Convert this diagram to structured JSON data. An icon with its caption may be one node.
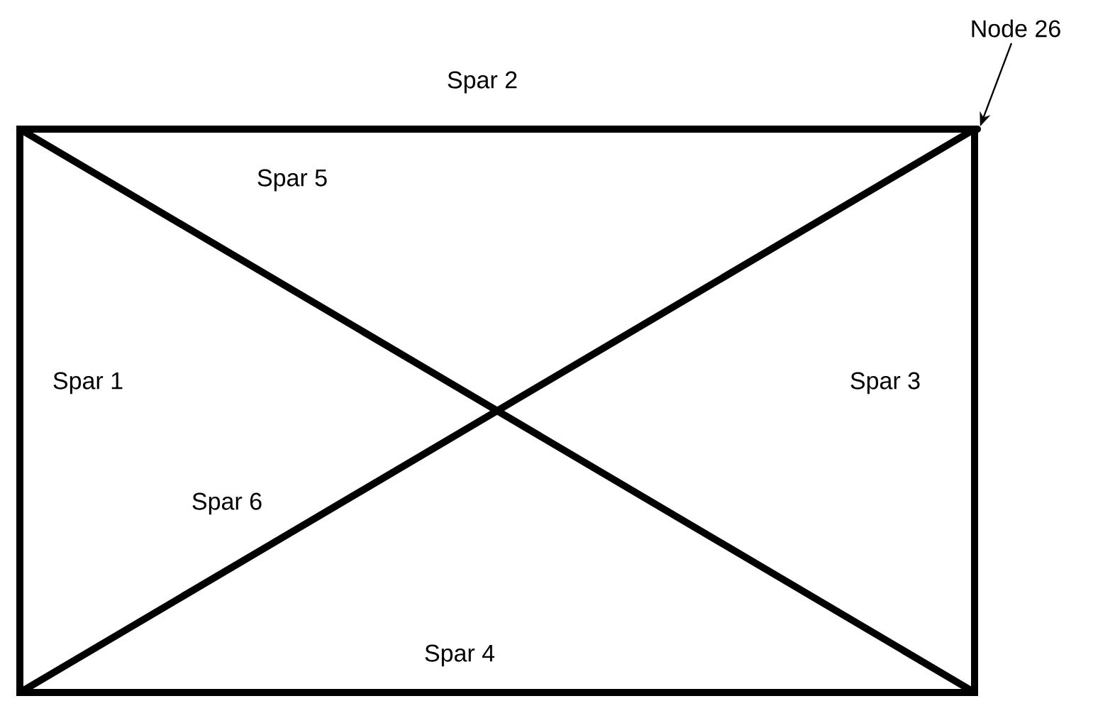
{
  "diagram": {
    "nodes": [
      {
        "text": [
          "Node 26"
        ]
      },
      {
        "text": [],
        "shape": "point"
      }
    ],
    "edges": [
      {
        "from": 0,
        "to": 1,
        "arrow": "to"
      }
    ],
    "labels": [
      "Spar 2",
      "Spar 5",
      "Spar 1",
      "Spar 3",
      "Spar 6",
      "Spar 4"
    ]
  }
}
